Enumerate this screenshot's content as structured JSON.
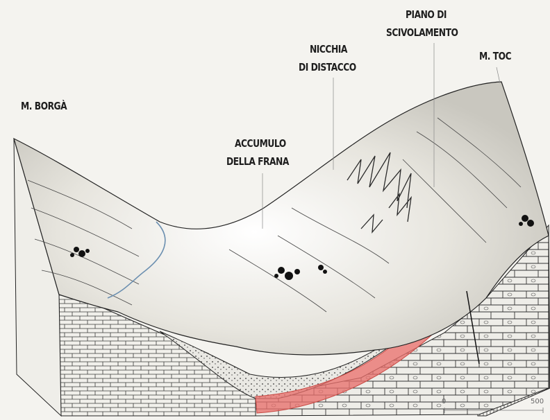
{
  "labels": {
    "m_borga": "M. BORGÀ",
    "accumulo_line1": "ACCUMULO",
    "accumulo_line2": "DELLA FRANA",
    "nicchia_line1": "NICCHIA",
    "nicchia_line2": "DI DISTACCO",
    "piano_line1": "PIANO DI",
    "piano_line2": "SCIVOLAMENTO",
    "m_toc": "M. TOC"
  },
  "scale_bar": {
    "start": "0",
    "end": "500"
  },
  "colors": {
    "background": "#f4f3ef",
    "terrain": "#e6e4dd",
    "slip_plane": "#e8706c",
    "ink": "#1e1e1e"
  }
}
